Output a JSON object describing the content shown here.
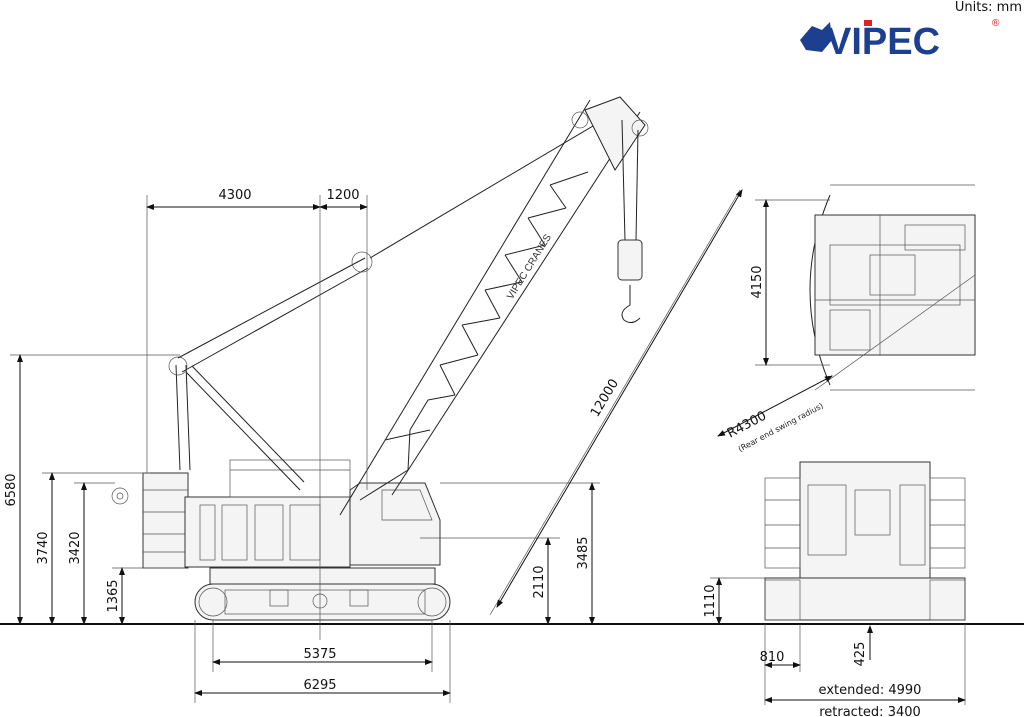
{
  "header": {
    "units": "Units: mm",
    "logo_text": "VIPEC",
    "logo_mark": "®",
    "brand_color": "#1d3f8f",
    "accent_color": "#d9252a"
  },
  "boom_label": "VIPEC CRANES",
  "dimensions": {
    "rear_to_center": "4300",
    "center_offset": "1200",
    "overall_height": "6580",
    "cab_height": "3740",
    "counterweight_height": "3420",
    "counterweight_clearance": "1365",
    "boom_pivot_height": "2110",
    "cab_top_height": "3485",
    "boom_length": "12000",
    "tumbler_distance": "5375",
    "track_length": "6295",
    "width_top_view": "4150",
    "swing_radius": "R4300",
    "swing_radius_note": "(Rear end swing radius)",
    "body_clearance": "1110",
    "track_shoe_width": "810",
    "ground_clearance": "425",
    "extended_width": "extended: 4990",
    "retracted_width": "retracted: 3400"
  }
}
